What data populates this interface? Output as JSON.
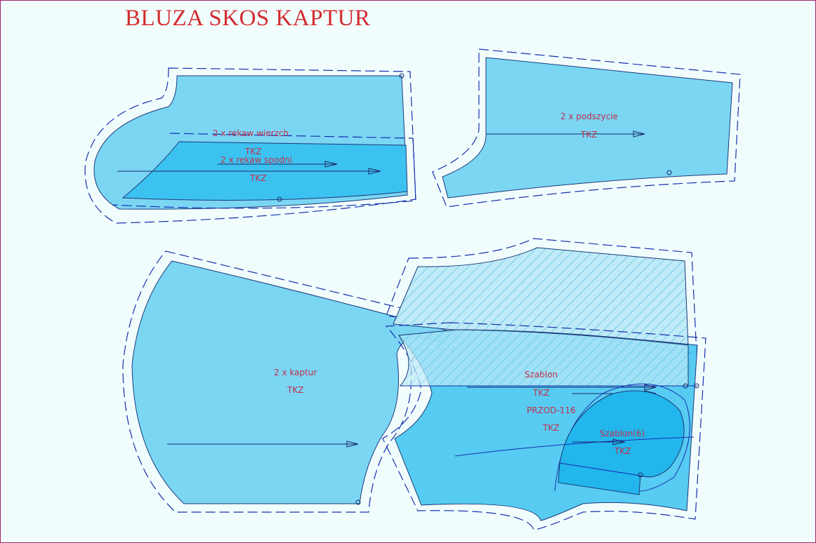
{
  "title": "BLUZA SKOS KAPTUR",
  "colors": {
    "piece_light": "#7bd6f4",
    "piece_dark": "#3cc2f0",
    "title": "#d42a2f",
    "labels": "#c0304a",
    "lines": "#1530b0"
  },
  "pieces": {
    "rekaw_wierzch": {
      "name": "2 x rekaw wierzch",
      "fabric": "TKZ"
    },
    "rekaw_spodni": {
      "name": "2 x rekaw spodni",
      "fabric": "TKZ"
    },
    "podszycie": {
      "name": "2 x podszycie",
      "fabric": "TKZ"
    },
    "kaptur": {
      "name": "2 x kaptur",
      "fabric": "TKZ"
    },
    "szablon": {
      "name": "Szablon",
      "fabric": "TKZ"
    },
    "przod": {
      "name": "PRZOD-116",
      "fabric": "TKZ"
    },
    "szablon6": {
      "name": "Szablon(6)",
      "fabric": "TKZ"
    }
  }
}
